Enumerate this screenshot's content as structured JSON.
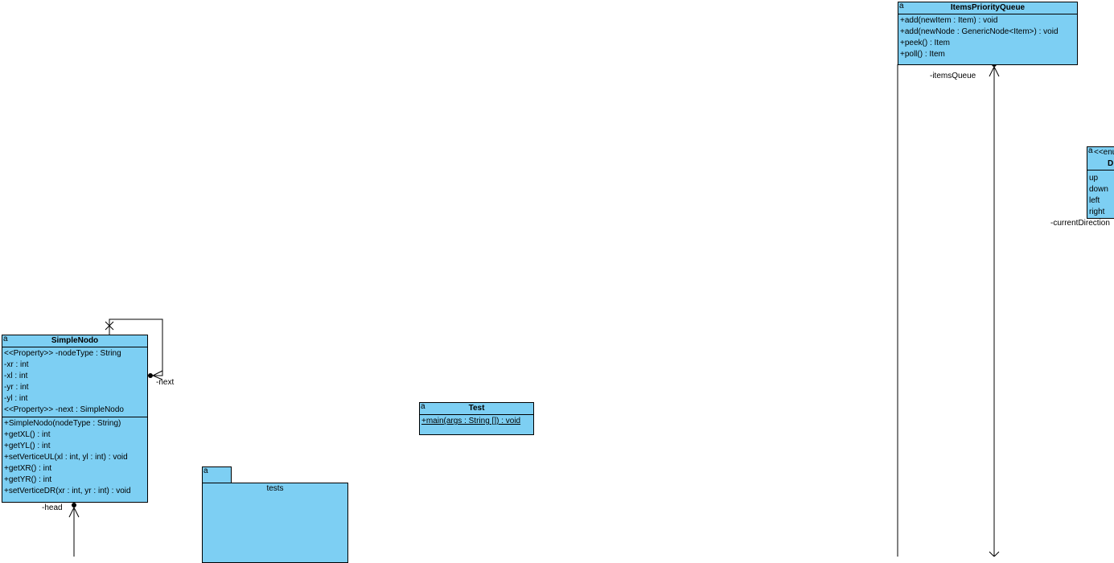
{
  "simple_nodo": {
    "stereotype_mark": "a",
    "name": "SimpleNodo",
    "attributes": [
      "<<Property>> -nodeType : String",
      "-xr : int",
      "-xl : int",
      "-yr : int",
      "-yl : int",
      "<<Property>> -next : SimpleNodo"
    ],
    "operations": [
      "+SimpleNodo(nodeType : String)",
      "+getXL() : int",
      "+getYL() : int",
      "+setVerticeUL(xl : int, yl : int) : void",
      "+getXR() : int",
      "+getYR() : int",
      "+setVerticeDR(xr : int, yr : int) : void"
    ]
  },
  "test_class": {
    "stereotype_mark": "a",
    "name": "Test",
    "operations": [
      "+main(args : String []) : void"
    ]
  },
  "items_priority_queue": {
    "stereotype_mark": "a",
    "name": "ItemsPriorityQueue",
    "operations": [
      "+add(newItem : Item) : void",
      "+add(newNode : GenericNode<Item>) : void",
      "+peek() : Item",
      "+poll() : Item"
    ]
  },
  "direction_enum": {
    "stereotype_mark": "a",
    "stereotype": "<<enu",
    "name": "D",
    "literals": [
      "up",
      "down",
      "left",
      "right"
    ]
  },
  "tests_package": {
    "stereotype_mark": "a",
    "name": "tests"
  },
  "labels": {
    "next": "-next",
    "head": "-head",
    "items_queue": "-itemsQueue",
    "current_direction": "-currentDirection"
  },
  "colors": {
    "class_fill": "#7dcff3",
    "border": "#000000",
    "background": "#ffffff"
  }
}
